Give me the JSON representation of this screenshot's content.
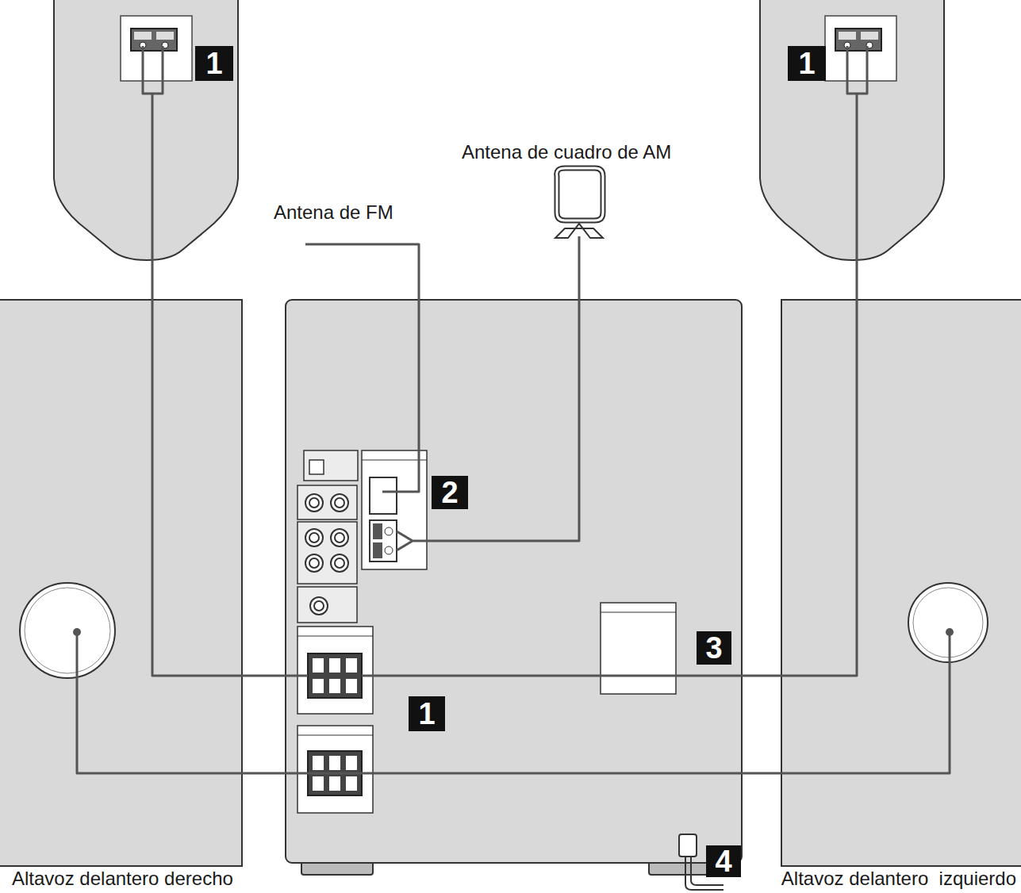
{
  "diagram": {
    "nodes": [
      {
        "text": [
          "Altavoz delantero derecho"
        ]
      },
      {
        "text": [
          "Altavoz delantero  izquierdo"
        ]
      }
    ],
    "labels": [
      "1",
      "1",
      "Antena de cuadro de AM",
      "Antena de FM",
      "2",
      "3",
      "1",
      "4"
    ]
  }
}
